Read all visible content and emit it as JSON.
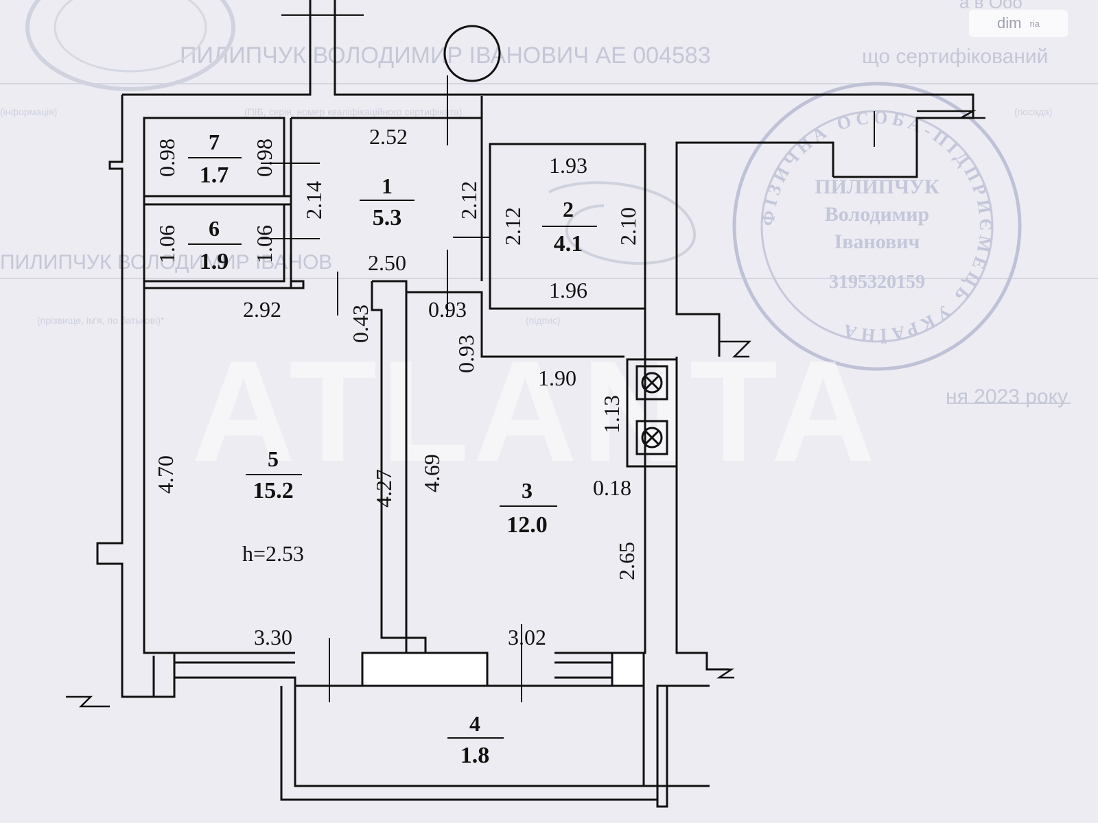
{
  "badge": {
    "brand": "dim",
    "sub": "ria"
  },
  "watermark": "ATLANTA",
  "background_text": {
    "engineer_status": "що сертифікований",
    "engineer_name": "ПИЛИПЧУК ВОЛОДИМИР ІВАНОВИЧ АЕ 004583",
    "engineer_name_faint": "ПИЛИПЧУК ВОЛОДИМИР ІВАНОВ",
    "caption_certificate": "(ПІБ, серія, номер кваліфікаційного сертифіката)",
    "caption_position": "(посада)",
    "caption_info": "(інформація)",
    "caption_name": "(прізвище, ім'я, по батькові)*",
    "caption_signature": "(підпис)",
    "date_fragment": "ня 2023 року",
    "top_right_fragment": "а в Ооо"
  },
  "stamp": {
    "lines": [
      "ПИЛИПЧУК",
      "Володимир",
      "Іванович",
      "3195320159"
    ],
    "ring": "ФІЗИЧНА ОСОБА-ПІДПРИЄМЕЦЬ УКРАЇНА"
  },
  "rooms": [
    {
      "id": "1",
      "area": "5.3"
    },
    {
      "id": "2",
      "area": "4.1"
    },
    {
      "id": "3",
      "area": "12.0"
    },
    {
      "id": "4",
      "area": "1.8"
    },
    {
      "id": "5",
      "area": "15.2"
    },
    {
      "id": "6",
      "area": "1.9"
    },
    {
      "id": "7",
      "area": "1.7"
    }
  ],
  "ceiling_height": "h=2.53",
  "dimensions": {
    "d252": "2.52",
    "d214": "2.14",
    "d212a": "2.12",
    "d212b": "2.12",
    "d250": "2.50",
    "d292": "2.92",
    "d043": "0.43",
    "d093a": "0.93",
    "d093b": "0.93",
    "d193": "1.93",
    "d210": "2.10",
    "d196": "1.96",
    "d190": "1.90",
    "d113": "1.13",
    "d018": "0.18",
    "d265": "2.65",
    "d470": "4.70",
    "d427": "4.27",
    "d469": "4.69",
    "d330": "3.30",
    "d302": "3.02",
    "d098a": "0.98",
    "d098b": "0.98",
    "d106a": "1.06",
    "d106b": "1.06"
  },
  "colors": {
    "wall": "#111111",
    "paper": "#ececf2",
    "ghost": "#c5c7d6"
  }
}
